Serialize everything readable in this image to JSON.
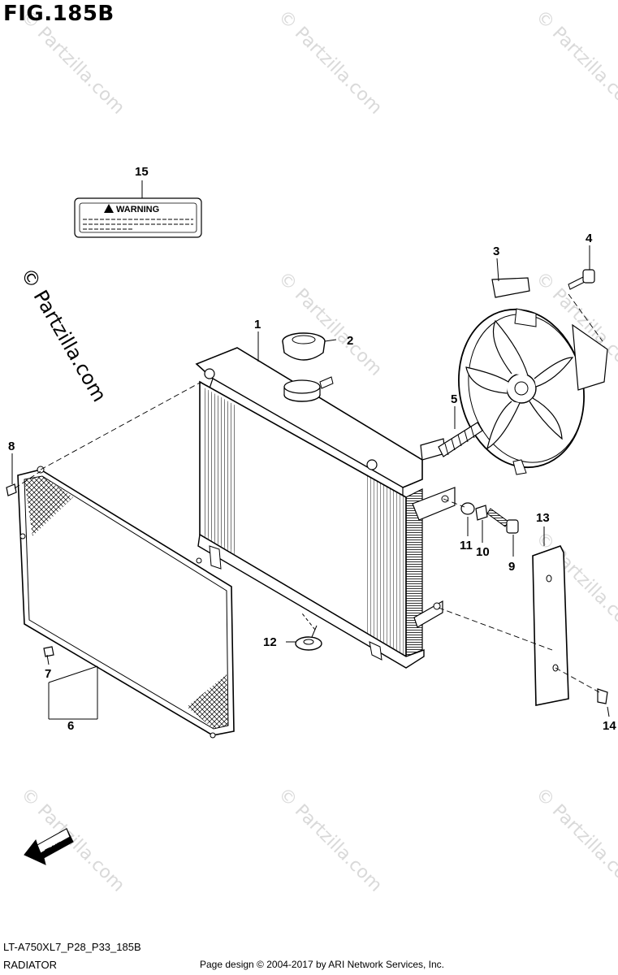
{
  "figure": {
    "title": "FIG.185B"
  },
  "watermark": {
    "text": "© Partzilla.com",
    "side_text": "© Partzilla.com"
  },
  "label": {
    "warning_text": "WARNING"
  },
  "fwd_arrow": {
    "text": "FWD"
  },
  "callouts": {
    "c1": "1",
    "c2": "2",
    "c3": "3",
    "c4": "4",
    "c5": "5",
    "c6": "6",
    "c7": "7",
    "c8": "8",
    "c9": "9",
    "c10": "10",
    "c11": "11",
    "c12": "12",
    "c13": "13",
    "c14": "14",
    "c15": "15"
  },
  "footer": {
    "model_code": "LT-A750XL7_P28_P33_185B",
    "section_name": "RADIATOR",
    "credit": "Page design © 2004-2017 by ARI Network Services, Inc."
  }
}
